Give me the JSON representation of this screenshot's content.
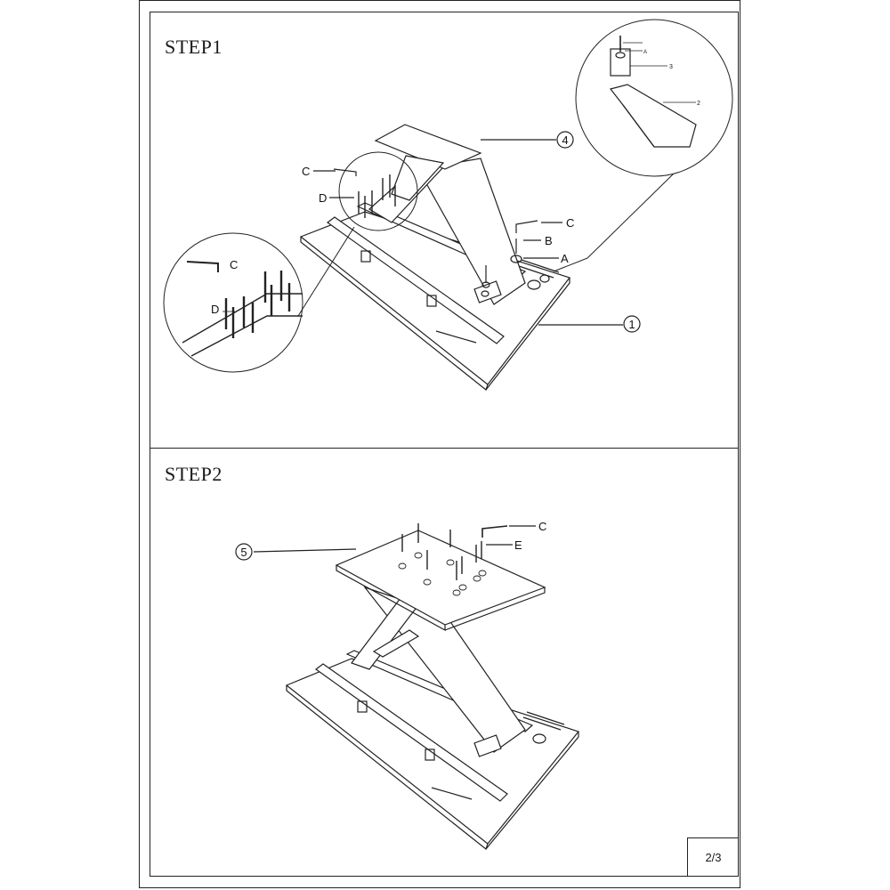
{
  "steps": [
    {
      "title": "STEP1"
    },
    {
      "title": "STEP2"
    }
  ],
  "callouts": {
    "part1": "1",
    "part2": "2",
    "part3": "3",
    "part4": "4",
    "part5": "5",
    "hw_a": "A",
    "hw_b": "B",
    "hw_c": "C",
    "hw_d": "D",
    "hw_e": "E"
  },
  "page_number": "2/3"
}
